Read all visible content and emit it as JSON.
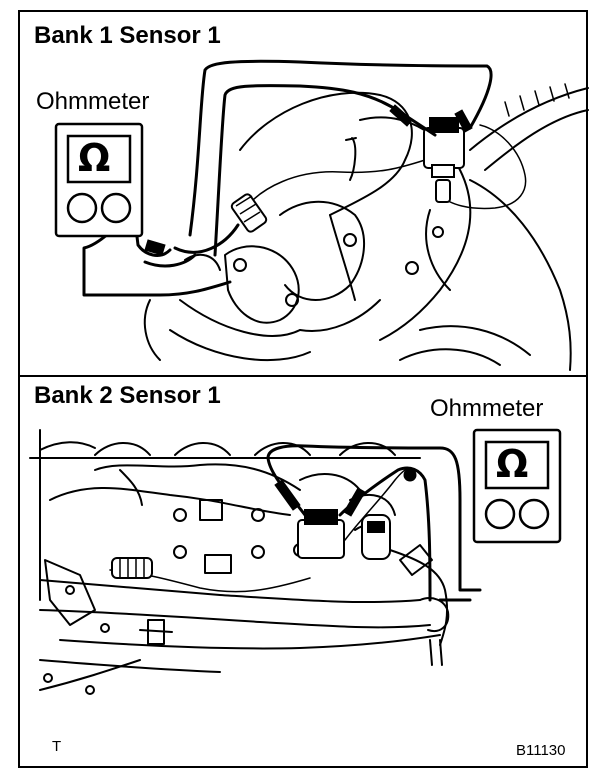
{
  "panels": [
    {
      "title": "Bank 1 Sensor 1",
      "meter_label": "Ohmmeter",
      "meter_symbol": "Ω"
    },
    {
      "title": "Bank 2 Sensor 1",
      "meter_label": "Ohmmeter",
      "meter_symbol": "Ω"
    }
  ],
  "footer": {
    "left_mark": "T",
    "figure_code": "B11130"
  }
}
